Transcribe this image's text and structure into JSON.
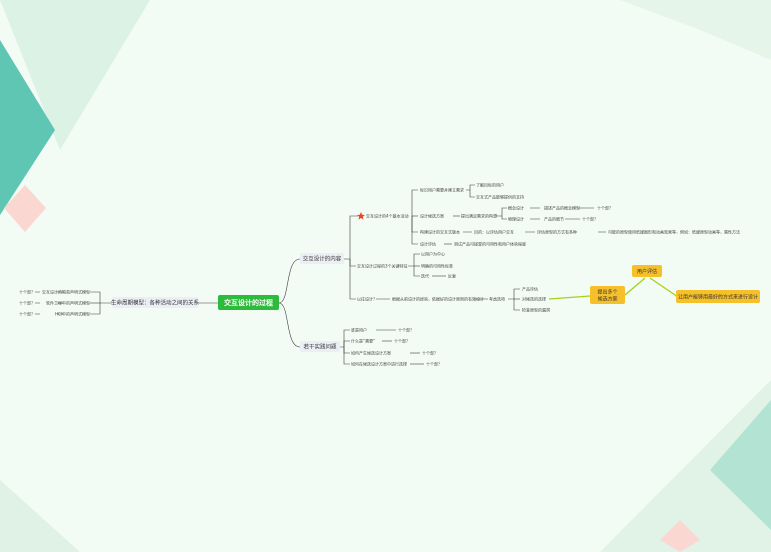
{
  "root": "交互设计的过程",
  "left": {
    "branch": "生命周期模型：各种活动之间的关系",
    "items": [
      {
        "tag": "十个部？",
        "text": "交互设计的简易声明式模型"
      },
      {
        "tag": "十个部？",
        "text": "软件工程中的声明式模型"
      },
      {
        "tag": "十个部？",
        "text": "HCI中的声明式模型"
      }
    ]
  },
  "right": {
    "b1": {
      "label": "交互设计的内容",
      "core": {
        "label": "交互设计的4个基本活动",
        "c1": {
          "label": "标识用户需要并建立需求",
          "items": [
            "了解目标的用户",
            "交互式产品能够提供的支持"
          ]
        },
        "c2": {
          "label": "设计候选方案",
          "mid": "提出满足需求的构想",
          "items": [
            {
              "label": "概念设计",
              "text": "描述产品的概念模型",
              "tag": "十个部？"
            },
            {
              "label": "物理设计",
              "text": "产品的细节",
              "tag": "十个部？"
            }
          ]
        },
        "c3": {
          "label": "构建设计的交互式版本",
          "s1": "目的：以评估用户交互",
          "s2": "评估原型的方式有多种",
          "s3": "可能的原型使用纸媒图形和动画效果等，例如：纸媒原型动画等，属性方法"
        },
        "c4": {
          "label": "设计评估",
          "text": "测试产品可接受的可用性和用户体验程度"
        }
      },
      "g2": {
        "label": "交互设计过程的3个关键特征",
        "items": [
          "以用户为中心",
          "明确的可用性标准",
          "迭代",
          "反复"
        ]
      },
      "g3": {
        "label": "以往设计？",
        "text": "根据从前设计的经验，依据好的设计原则的有效设计",
        "mid": "考虑选项",
        "items": [
          "产品评估",
          "对候选的选择",
          "检查原型的漏洞"
        ]
      }
    },
    "b2": {
      "label": "若干实践问题",
      "items": [
        {
          "text": "谁是用户",
          "tag": "十个部？"
        },
        {
          "text": "什么是“需要”",
          "tag": "十个部？"
        },
        {
          "text": "如何产生候选设计方案",
          "tag": "十个部？"
        },
        {
          "text": "如何在候选设计方案中进行选择",
          "tag": "十个部？"
        }
      ]
    }
  },
  "callouts": {
    "c1": "提出多个候选方案",
    "c2": "用户评估",
    "c3": "让用户能够用最好的方式来进行设计"
  },
  "colors": {
    "root": "#2dbb3c",
    "callout": "#f6c02b",
    "callout_line": "#a6d117",
    "line": "#3d3d3d",
    "star": "#e8472b"
  }
}
